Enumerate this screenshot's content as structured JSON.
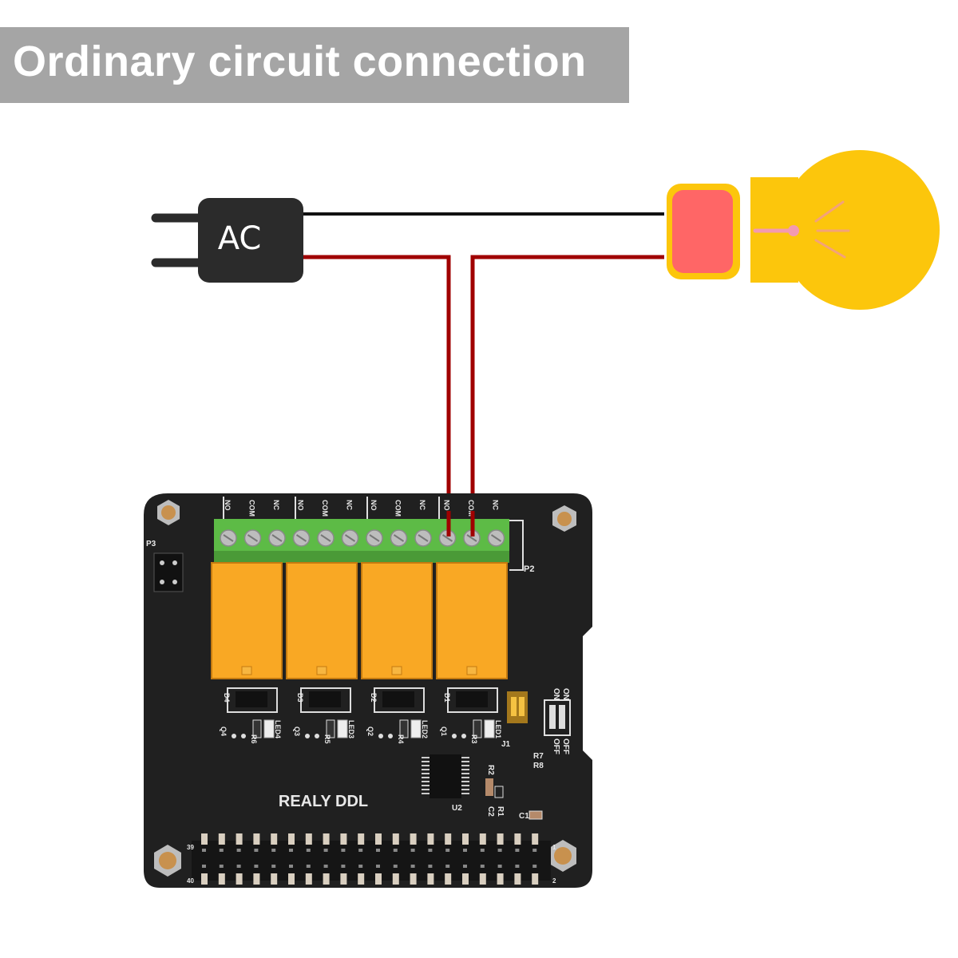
{
  "title": "Ordinary circuit connection",
  "ac_plug": {
    "label": "AC",
    "icon": "ac-plug-icon"
  },
  "bulb": {
    "icon": "light-bulb-icon"
  },
  "colors": {
    "banner_bg": "#a5a5a5",
    "live_wire": "#a00000",
    "neutral_wire": "#111111",
    "plug_body": "#2b2b2b",
    "bulb_yellow": "#fcc60c",
    "bulb_socket": "#ff6666",
    "pcb": "#202020",
    "terminal_green": "#5dbb46",
    "relay_orange": "#f9a824"
  },
  "board": {
    "name": "REALY DDL",
    "terminal_groups": [
      {
        "labels": [
          "NO",
          "COM",
          "NC"
        ]
      },
      {
        "labels": [
          "NO",
          "COM",
          "NC"
        ]
      },
      {
        "labels": [
          "NO",
          "COM",
          "NC"
        ]
      },
      {
        "labels": [
          "NO",
          "COM",
          "NC"
        ]
      }
    ],
    "relay_count": 4,
    "connectors": {
      "p2": "P2",
      "p3": "P3"
    },
    "diodes": [
      "D4",
      "D3",
      "D2",
      "D1"
    ],
    "transistors": [
      "Q4",
      "Q3",
      "Q2",
      "Q1"
    ],
    "resistors": [
      "R6",
      "R5",
      "R4",
      "R3"
    ],
    "leds": [
      "LED4",
      "LED3",
      "LED2",
      "LED1"
    ],
    "dip_switch": {
      "label": "J1",
      "on_label": "ON",
      "off_label": "OFF"
    },
    "misc_labels": {
      "r7": "R7",
      "r8": "R8",
      "r2": "R2",
      "r1": "R1",
      "c1": "C1",
      "c2": "C2",
      "u2": "U2"
    },
    "gpio_header": {
      "pin_first_odd": "1",
      "pin_first_even": "2",
      "pin_last_odd": "39",
      "pin_last_even": "40",
      "pins_per_row": 20
    }
  }
}
